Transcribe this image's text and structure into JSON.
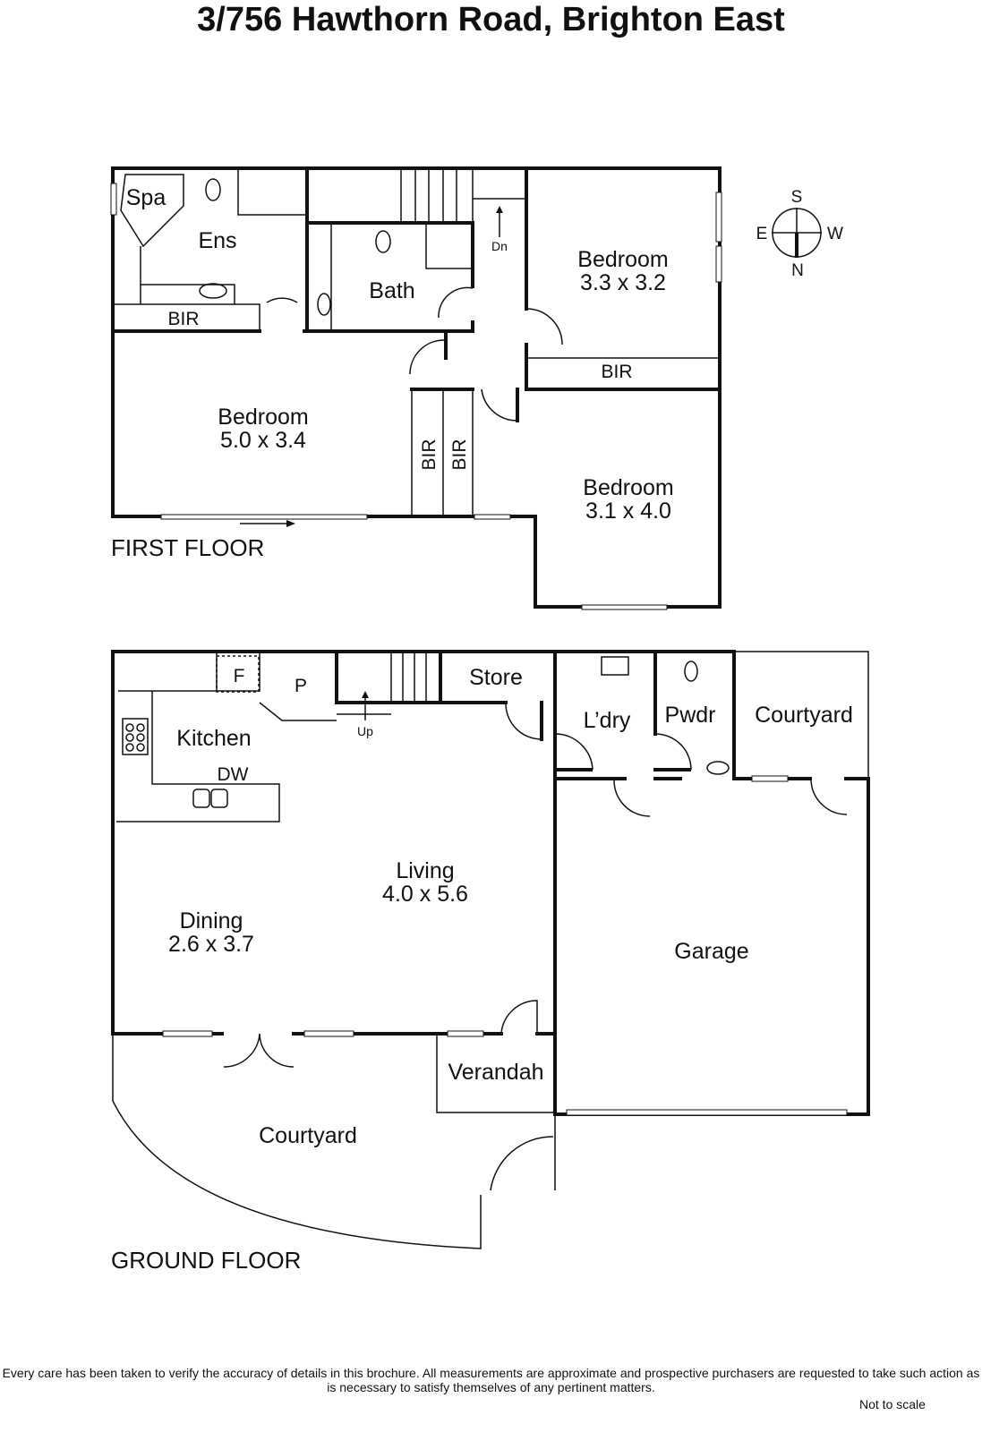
{
  "title": "3/756 Hawthorn Road, Brighton East",
  "compass": {
    "s": "S",
    "e": "E",
    "w": "W",
    "n": "N"
  },
  "first_floor": {
    "label": "FIRST FLOOR",
    "rooms": {
      "spa": "Spa",
      "ens": "Ens",
      "bath": "Bath",
      "dn": "Dn",
      "bir_ens": "BIR",
      "bir_bed2": "BIR",
      "bir_a": "BIR",
      "bir_b": "BIR",
      "bed_main_name": "Bedroom",
      "bed_main_dim": "5.0 x 3.4",
      "bed2_name": "Bedroom",
      "bed2_dim": "3.3 x 3.2",
      "bed3_name": "Bedroom",
      "bed3_dim": "3.1 x 4.0"
    }
  },
  "ground_floor": {
    "label": "GROUND FLOOR",
    "rooms": {
      "f": "F",
      "p": "P",
      "up": "Up",
      "store": "Store",
      "kitchen": "Kitchen",
      "dw": "DW",
      "laundry": "L’dry",
      "powder": "Pwdr",
      "courtyard_side": "Courtyard",
      "living_name": "Living",
      "living_dim": "4.0 x 5.6",
      "dining_name": "Dining",
      "dining_dim": "2.6 x 3.7",
      "garage": "Garage",
      "verandah": "Verandah",
      "courtyard_front": "Courtyard"
    }
  },
  "disclaimer": "Every care has been taken to verify the accuracy of details in this brochure.  All measurements are approximate and prospective purchasers are requested to take such action as is necessary to satisfy themselves of any pertinent matters.",
  "not_to_scale": "Not to scale"
}
